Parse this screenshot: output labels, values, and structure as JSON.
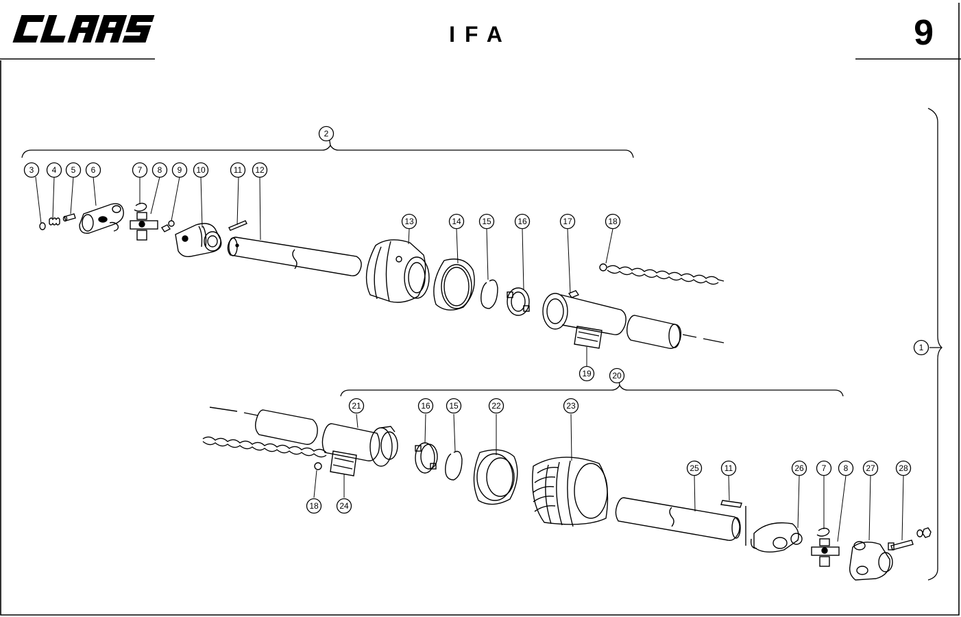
{
  "header": {
    "logo_text": "CLAAS",
    "title": "IFA",
    "page_number": "9"
  },
  "callouts": [
    {
      "id": "c1",
      "label": "1"
    },
    {
      "id": "c2",
      "label": "2"
    },
    {
      "id": "c3",
      "label": "3"
    },
    {
      "id": "c4",
      "label": "4"
    },
    {
      "id": "c5",
      "label": "5"
    },
    {
      "id": "c6",
      "label": "6"
    },
    {
      "id": "c7a",
      "label": "7"
    },
    {
      "id": "c8a",
      "label": "8"
    },
    {
      "id": "c9",
      "label": "9"
    },
    {
      "id": "c10",
      "label": "10"
    },
    {
      "id": "c11a",
      "label": "11"
    },
    {
      "id": "c12",
      "label": "12"
    },
    {
      "id": "c13",
      "label": "13"
    },
    {
      "id": "c14",
      "label": "14"
    },
    {
      "id": "c15a",
      "label": "15"
    },
    {
      "id": "c16a",
      "label": "16"
    },
    {
      "id": "c17",
      "label": "17"
    },
    {
      "id": "c18a",
      "label": "18"
    },
    {
      "id": "c19",
      "label": "19"
    },
    {
      "id": "c20",
      "label": "20"
    },
    {
      "id": "c21",
      "label": "21"
    },
    {
      "id": "c16b",
      "label": "16"
    },
    {
      "id": "c15b",
      "label": "15"
    },
    {
      "id": "c22",
      "label": "22"
    },
    {
      "id": "c23",
      "label": "23"
    },
    {
      "id": "c18b",
      "label": "18"
    },
    {
      "id": "c24",
      "label": "24"
    },
    {
      "id": "c25",
      "label": "25"
    },
    {
      "id": "c11b",
      "label": "11"
    },
    {
      "id": "c26",
      "label": "26"
    },
    {
      "id": "c7b",
      "label": "7"
    },
    {
      "id": "c8b",
      "label": "8"
    },
    {
      "id": "c27",
      "label": "27"
    },
    {
      "id": "c28",
      "label": "28"
    }
  ]
}
